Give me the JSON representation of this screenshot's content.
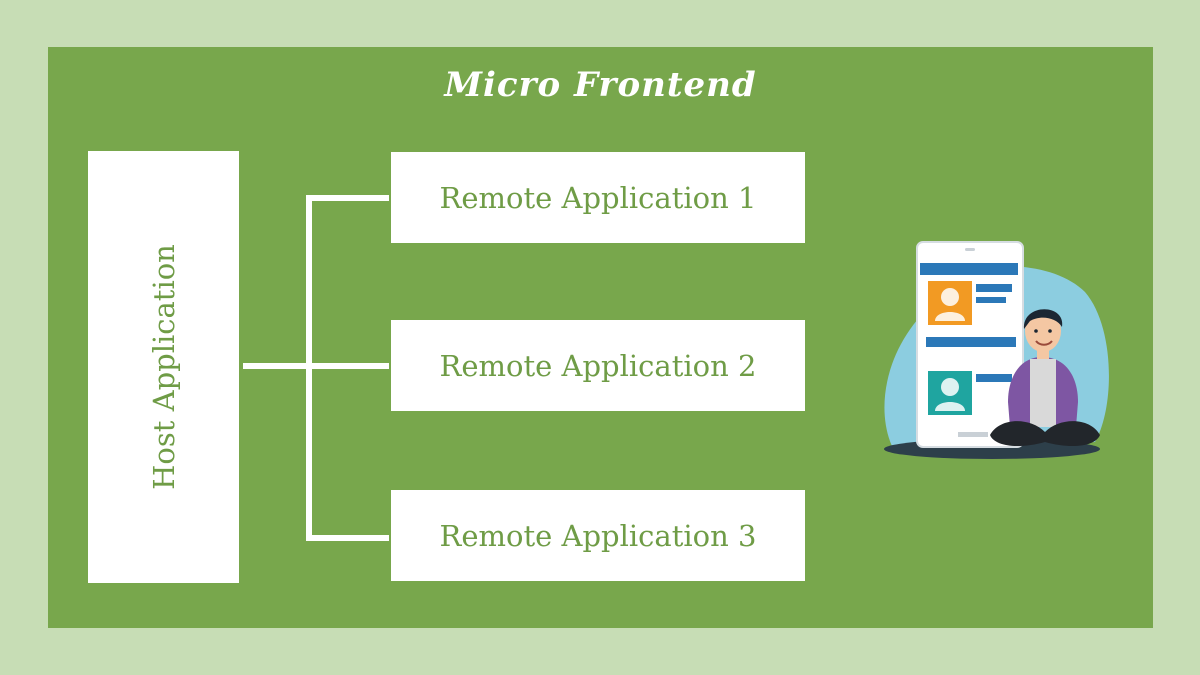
{
  "diagram": {
    "title": "Micro Frontend",
    "host": {
      "label": "Host Application"
    },
    "remotes": [
      {
        "label": "Remote Application 1"
      },
      {
        "label": "Remote Application 2"
      },
      {
        "label": "Remote Application 3"
      }
    ]
  },
  "colors": {
    "outer_background": "#c7ddb5",
    "panel": "#78a74c",
    "box": "#ffffff",
    "box_text": "#6f9c46"
  },
  "icons": [
    "phone-illustration-icon",
    "person-sitting-icon",
    "profile-card-icon"
  ]
}
